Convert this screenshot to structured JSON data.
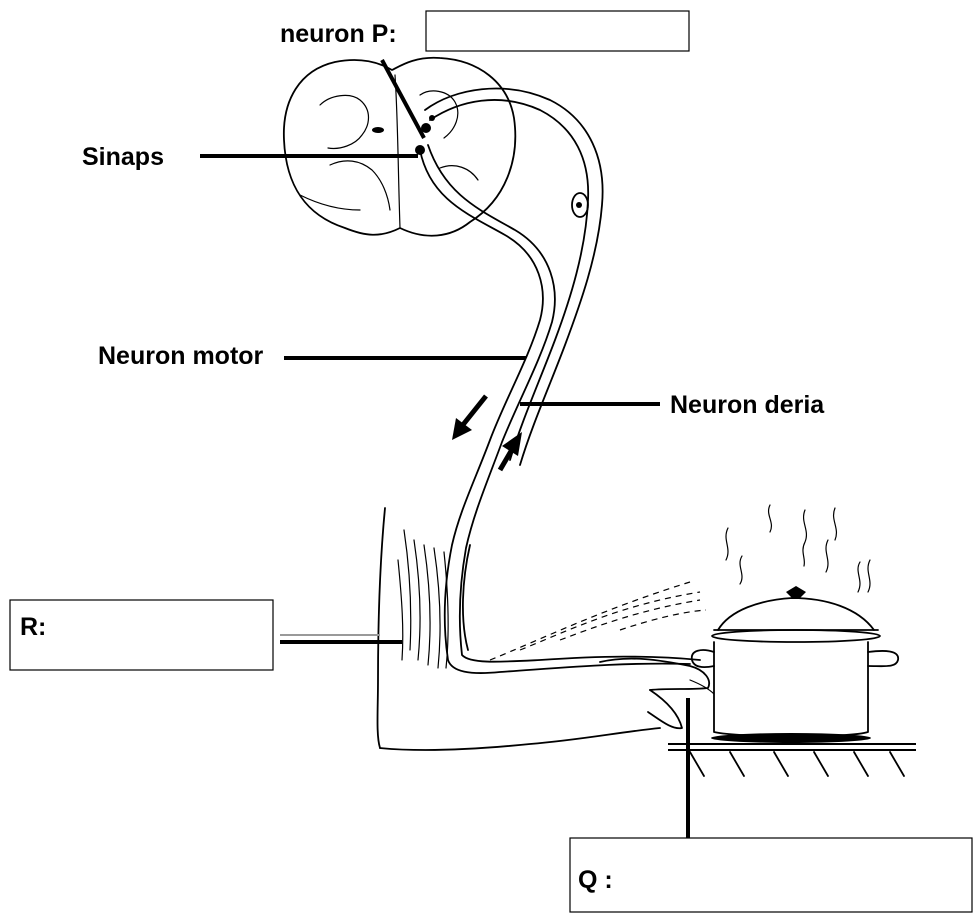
{
  "labels": {
    "neuron_p": "neuron P:",
    "sinaps": "Sinaps",
    "neuron_motor": "Neuron motor",
    "neuron_deria": "Neuron deria",
    "r": "R:",
    "q": "Q :"
  },
  "answer_boxes": {
    "neuron_p": "",
    "r": "",
    "q": ""
  }
}
